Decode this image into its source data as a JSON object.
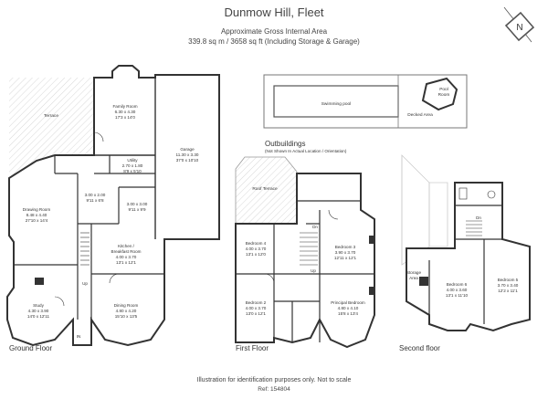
{
  "header": {
    "title": "Dunmow Hill, Fleet",
    "subtitle_line1": "Approximate Gross Internal Area",
    "subtitle_line2": "339.8 sq m / 3658 sq ft (Including Storage & Garage)"
  },
  "footer": {
    "disclaimer": "Illustration for identification purposes only. Not to scale",
    "ref": "Ref: 154804"
  },
  "compass": {
    "letter": "N"
  },
  "outbuildings": {
    "title": "Outbuildings",
    "note": "(Not Shown In Actual Location / Orientation)",
    "swimming_pool": "Swimming pool",
    "pool_room_1": "Pool",
    "pool_room_2": "Room",
    "decked_area": "Decked Area"
  },
  "floors": {
    "ground": "Ground Floor",
    "first": "First Floor",
    "second": "Second floor"
  },
  "ground_floor": {
    "terrace": "Terrace",
    "family_room": [
      "Family Room",
      "6.30 x 4.30",
      "17'3 x 14'0"
    ],
    "garage": [
      "Garage",
      "11.30 x 3.30",
      "37'0 x 10'10"
    ],
    "utility": [
      "Utility",
      "2.70 x 1.80",
      "8'9 x 5'10"
    ],
    "room_a": [
      "3.00 x 2.00",
      "9'11 x 6'8"
    ],
    "room_b": [
      "3.00 x 3.00",
      "9'11 x 9'9"
    ],
    "drawing_room": [
      "Drawing Room",
      "8.48 x 4.40",
      "27'10 x 14'4"
    ],
    "kitchen": [
      "Kitchen /",
      "Breakfast Room",
      "4.00 x 3.70",
      "13'1 x 12'1"
    ],
    "study": [
      "Study",
      "4.30 x 3.90",
      "14'0 x 12'11"
    ],
    "dining_room": [
      "Dining Room",
      "4.80 x 4.20",
      "15'10 x 13'5"
    ],
    "up": "Up",
    "in": "IN"
  },
  "first_floor": {
    "roof_terrace": "Roof Terrace",
    "bedroom4": [
      "Bedroom 4",
      "4.00 x 3.70",
      "13'1 x 12'0"
    ],
    "bedroom3": [
      "Bedroom 3",
      "3.90 x 3.70",
      "12'11 x 12'1"
    ],
    "bedroom2": [
      "Bedroom 2",
      "4.00 x 3.70",
      "13'0 x 12'1"
    ],
    "principal": [
      "Principal Bedroom",
      "4.80 x 4.10",
      "15'8 x 13'4"
    ],
    "dn": "Dn",
    "up": "Up"
  },
  "second_floor": {
    "storage": [
      "Storage",
      "Area"
    ],
    "bedroom6": [
      "Bedroom 6",
      "4.00 x 3.60",
      "13'1 x 11'10"
    ],
    "bedroom5": [
      "Bedroom 5",
      "3.70 x 3.40",
      "12'2 x 11'1"
    ],
    "dn": "Dn"
  }
}
